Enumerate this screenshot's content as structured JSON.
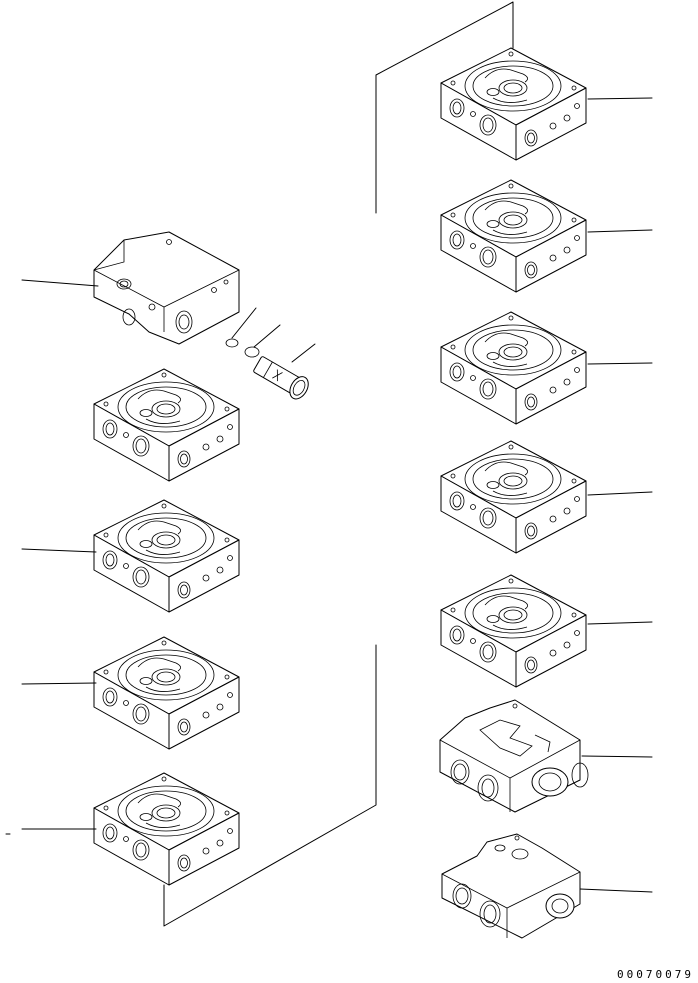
{
  "drawing_code": "00070079",
  "left_column": [
    {
      "kind": "end-cover"
    },
    {
      "kind": "valve-section"
    },
    {
      "kind": "valve-section"
    },
    {
      "kind": "valve-section"
    },
    {
      "kind": "valve-section"
    }
  ],
  "right_column": [
    {
      "kind": "valve-section"
    },
    {
      "kind": "valve-section"
    },
    {
      "kind": "valve-section"
    },
    {
      "kind": "valve-section"
    },
    {
      "kind": "valve-section"
    },
    {
      "kind": "inlet-section"
    },
    {
      "kind": "inlet-cover"
    }
  ],
  "small_parts": [
    {
      "kind": "o-ring"
    },
    {
      "kind": "backup-ring"
    },
    {
      "kind": "plug"
    }
  ],
  "leaders_with_lines": 11
}
